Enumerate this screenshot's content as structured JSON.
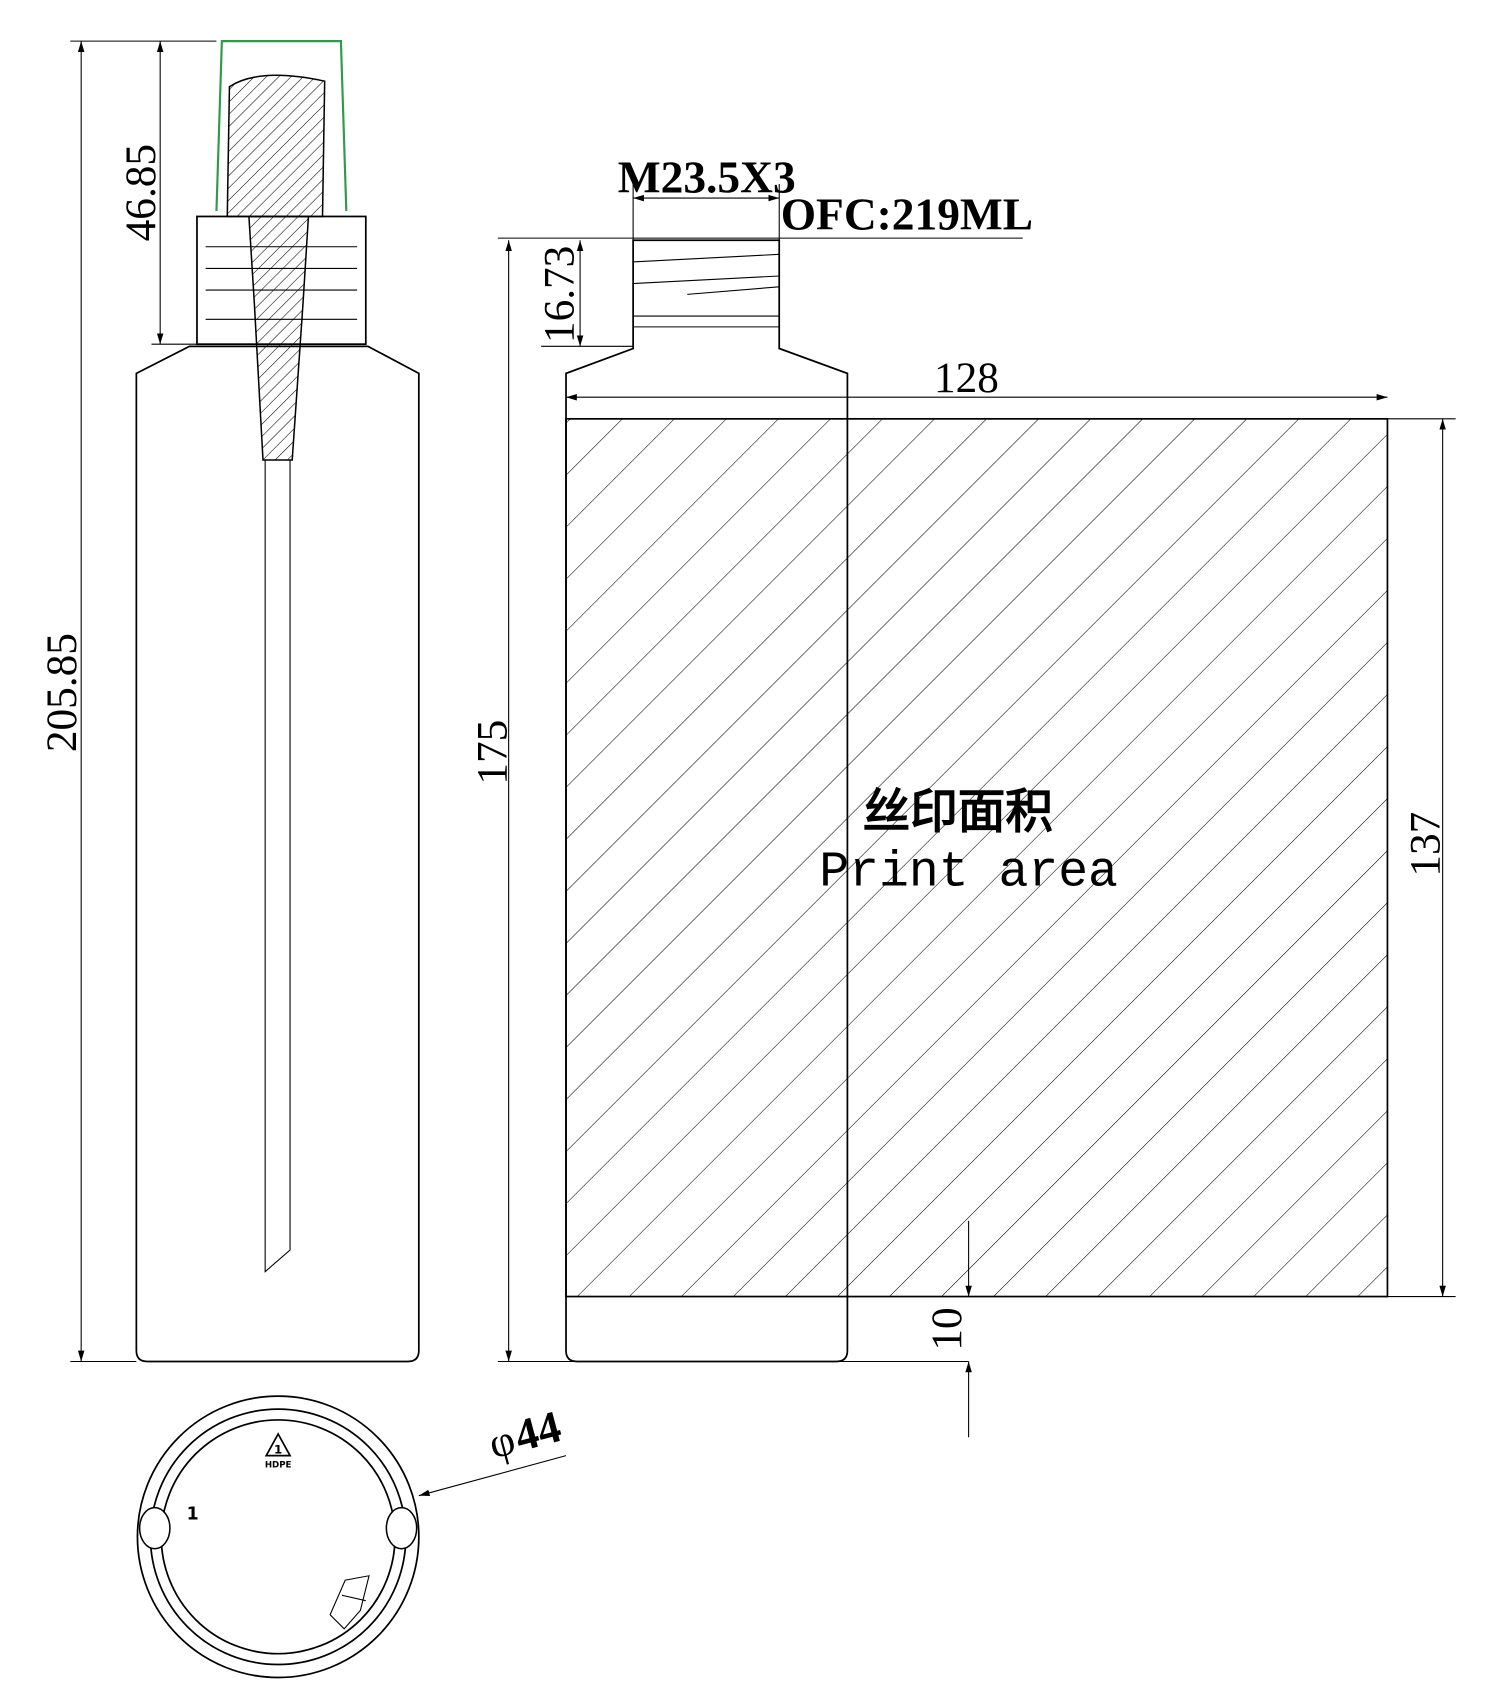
{
  "dimensions": {
    "total_height": "205.85",
    "cap_height": "46.85",
    "thread": "M23.5X3",
    "capacity": "OFC:219ML",
    "neck_height": "16.73",
    "body_height": "175",
    "print_width": "128",
    "print_height": "137",
    "bottom_margin": "10",
    "diameter_symbol": "φ",
    "diameter": "44"
  },
  "print_area": {
    "label_cn": "丝印面积",
    "label_en": "Print area"
  },
  "bottom_view": {
    "recycle_code": "1",
    "material": "HDPE",
    "cavity_number": "1"
  },
  "colors": {
    "line": "#000000",
    "cap_outline": "#2e9a4a"
  }
}
